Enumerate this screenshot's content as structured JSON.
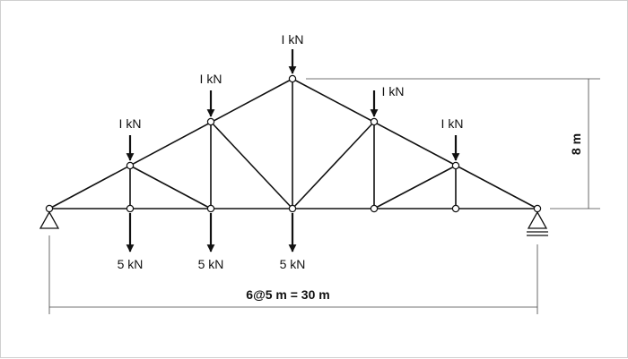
{
  "diagram": {
    "top_loads": [
      "I kN",
      "I kN",
      "I kN",
      "I kN",
      "I kN"
    ],
    "bottom_loads": [
      "5 kN",
      "5 kN",
      "5 kN"
    ],
    "height_label": "8 m",
    "span_label": "6@5 m = 30 m"
  }
}
